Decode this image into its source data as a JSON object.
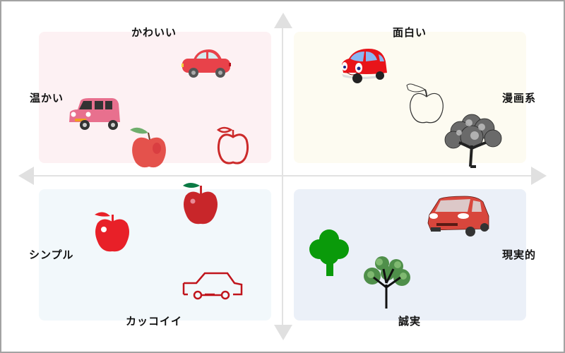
{
  "diagram": {
    "type": "positioning-map",
    "axes": {
      "top": "かわいい",
      "bottom": "カッコイイ",
      "left_upper": "温かい",
      "left_lower": "シンプル",
      "right_upper": "漫画系",
      "right_lower": "現実的",
      "top_right": "面白い",
      "bottom_right": "誠実"
    },
    "colors": {
      "quadrant_top_left": "#fdf1f3",
      "quadrant_top_right": "#fdfbf1",
      "quadrant_bottom_left": "#f2f8fb",
      "quadrant_bottom_right": "#ebf0f8",
      "axis": "#e2e2e2",
      "border": "#a3a3a3"
    },
    "quadrants": [
      {
        "id": "top-left",
        "items": [
          "red-cartoon-car",
          "pink-kei-car",
          "watercolor-apple",
          "red-outline-apple"
        ]
      },
      {
        "id": "top-right",
        "items": [
          "smiling-cartoon-car",
          "sketch-apple",
          "sketch-tree"
        ]
      },
      {
        "id": "bottom-left",
        "items": [
          "red-apple-icon",
          "glossy-apple-icon",
          "car-outline-icon"
        ]
      },
      {
        "id": "bottom-right",
        "items": [
          "realistic-red-car",
          "green-tree-icon",
          "illustrated-tree"
        ]
      }
    ]
  }
}
